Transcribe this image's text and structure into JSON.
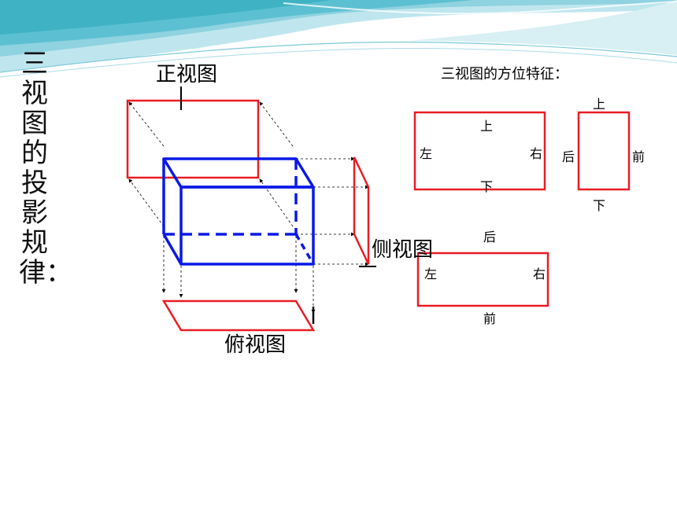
{
  "slide": {
    "title": "三视图的投影规律：",
    "colors": {
      "box": "#0a19e6",
      "view": "#ea1c24",
      "wave_light": "#bfe6ee",
      "wave_teal": "#3fb3c4"
    }
  },
  "diagram": {
    "front_view_label": "正视图",
    "side_view_label": "侧视图",
    "top_view_label": "俯视图"
  },
  "orientation": {
    "heading": "三视图的方位特征：",
    "front_view": {
      "top": "上",
      "bottom": "下",
      "left": "左",
      "right": "右"
    },
    "side_view": {
      "top": "上",
      "bottom": "下",
      "left": "后",
      "right": "前"
    },
    "top_view": {
      "top": "后",
      "bottom": "前",
      "left": "左",
      "right": "右"
    }
  }
}
